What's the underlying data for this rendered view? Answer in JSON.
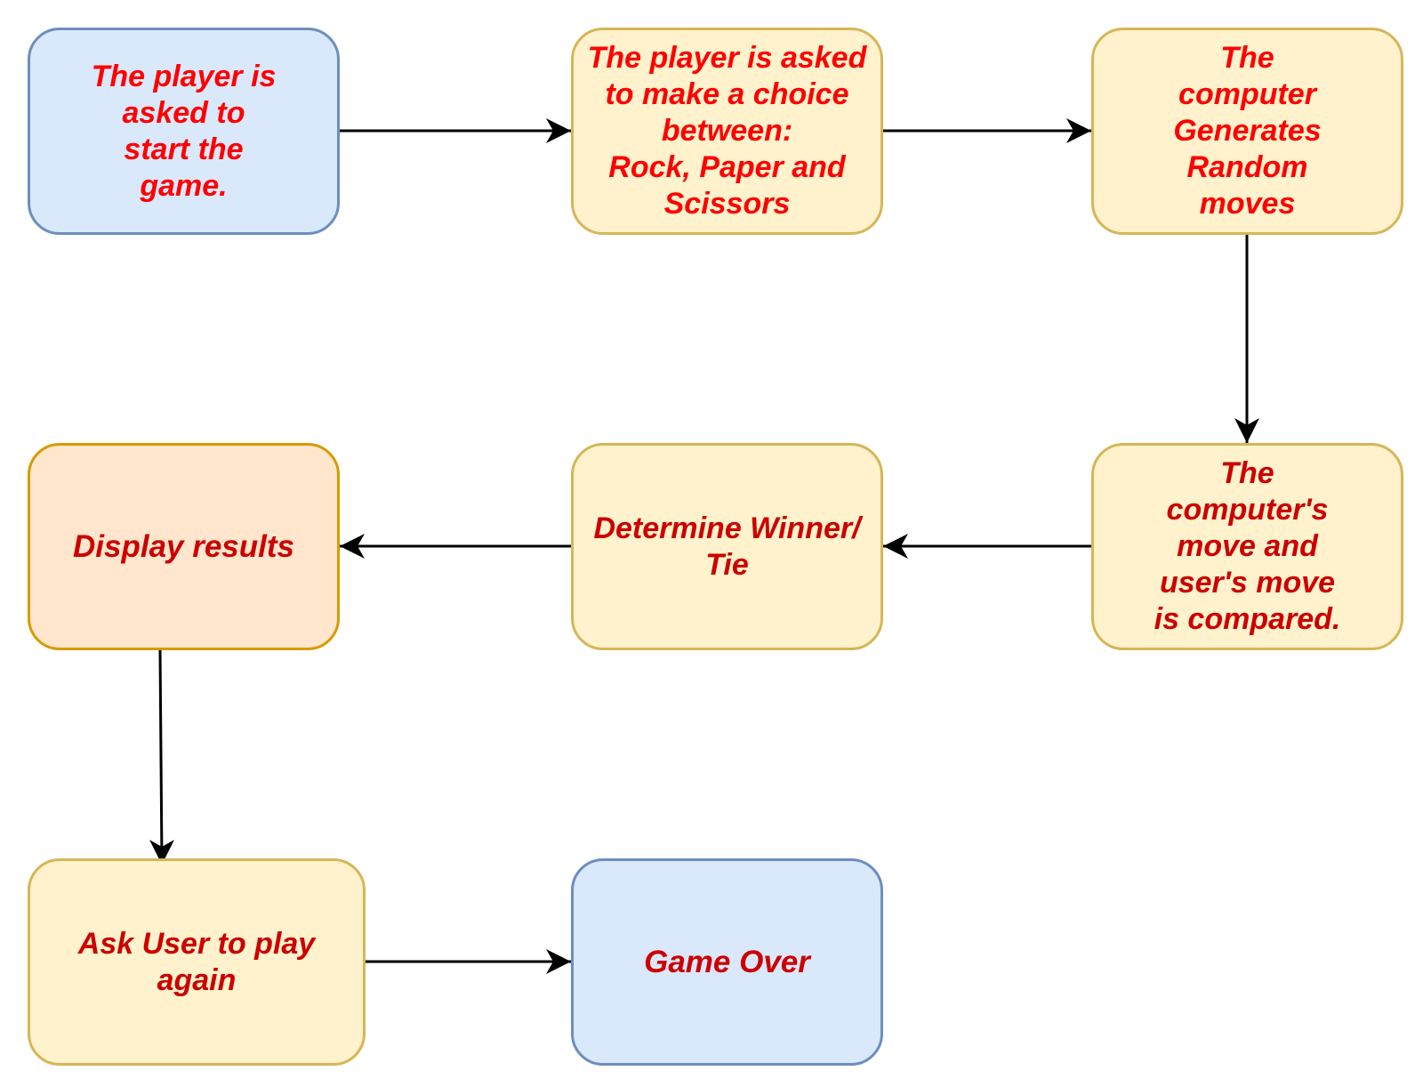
{
  "colors": {
    "blue_fill": "#dae8fc",
    "blue_border": "#6c8ebf",
    "yellow_fill": "#fff2cc",
    "yellow_border": "#d6b656",
    "orange_fill": "#ffe6cc",
    "orange_border": "#d79b00",
    "text_red": "#ff0000",
    "text_dark_red": "#cc0000",
    "arrow": "#000000"
  },
  "nodes": [
    {
      "id": "start",
      "label": "The player is\nasked to\nstart the\ngame."
    },
    {
      "id": "choice",
      "label": "The player is asked\nto make a choice\nbetween:\nRock, Paper and\nScissors"
    },
    {
      "id": "computer-move",
      "label": "The\ncomputer\nGenerates\nRandom\nmoves"
    },
    {
      "id": "compare",
      "label": "The\ncomputer's\nmove and\nuser's move\nis compared."
    },
    {
      "id": "determine",
      "label": "Determine Winner/\nTie"
    },
    {
      "id": "display",
      "label": "Display results"
    },
    {
      "id": "ask-again",
      "label": "Ask User to play\nagain"
    },
    {
      "id": "game-over",
      "label": "Game Over"
    }
  ],
  "edges": [
    {
      "from": "start",
      "to": "choice"
    },
    {
      "from": "choice",
      "to": "computer-move"
    },
    {
      "from": "computer-move",
      "to": "compare"
    },
    {
      "from": "compare",
      "to": "determine"
    },
    {
      "from": "determine",
      "to": "display"
    },
    {
      "from": "display",
      "to": "ask-again"
    },
    {
      "from": "ask-again",
      "to": "game-over"
    }
  ]
}
